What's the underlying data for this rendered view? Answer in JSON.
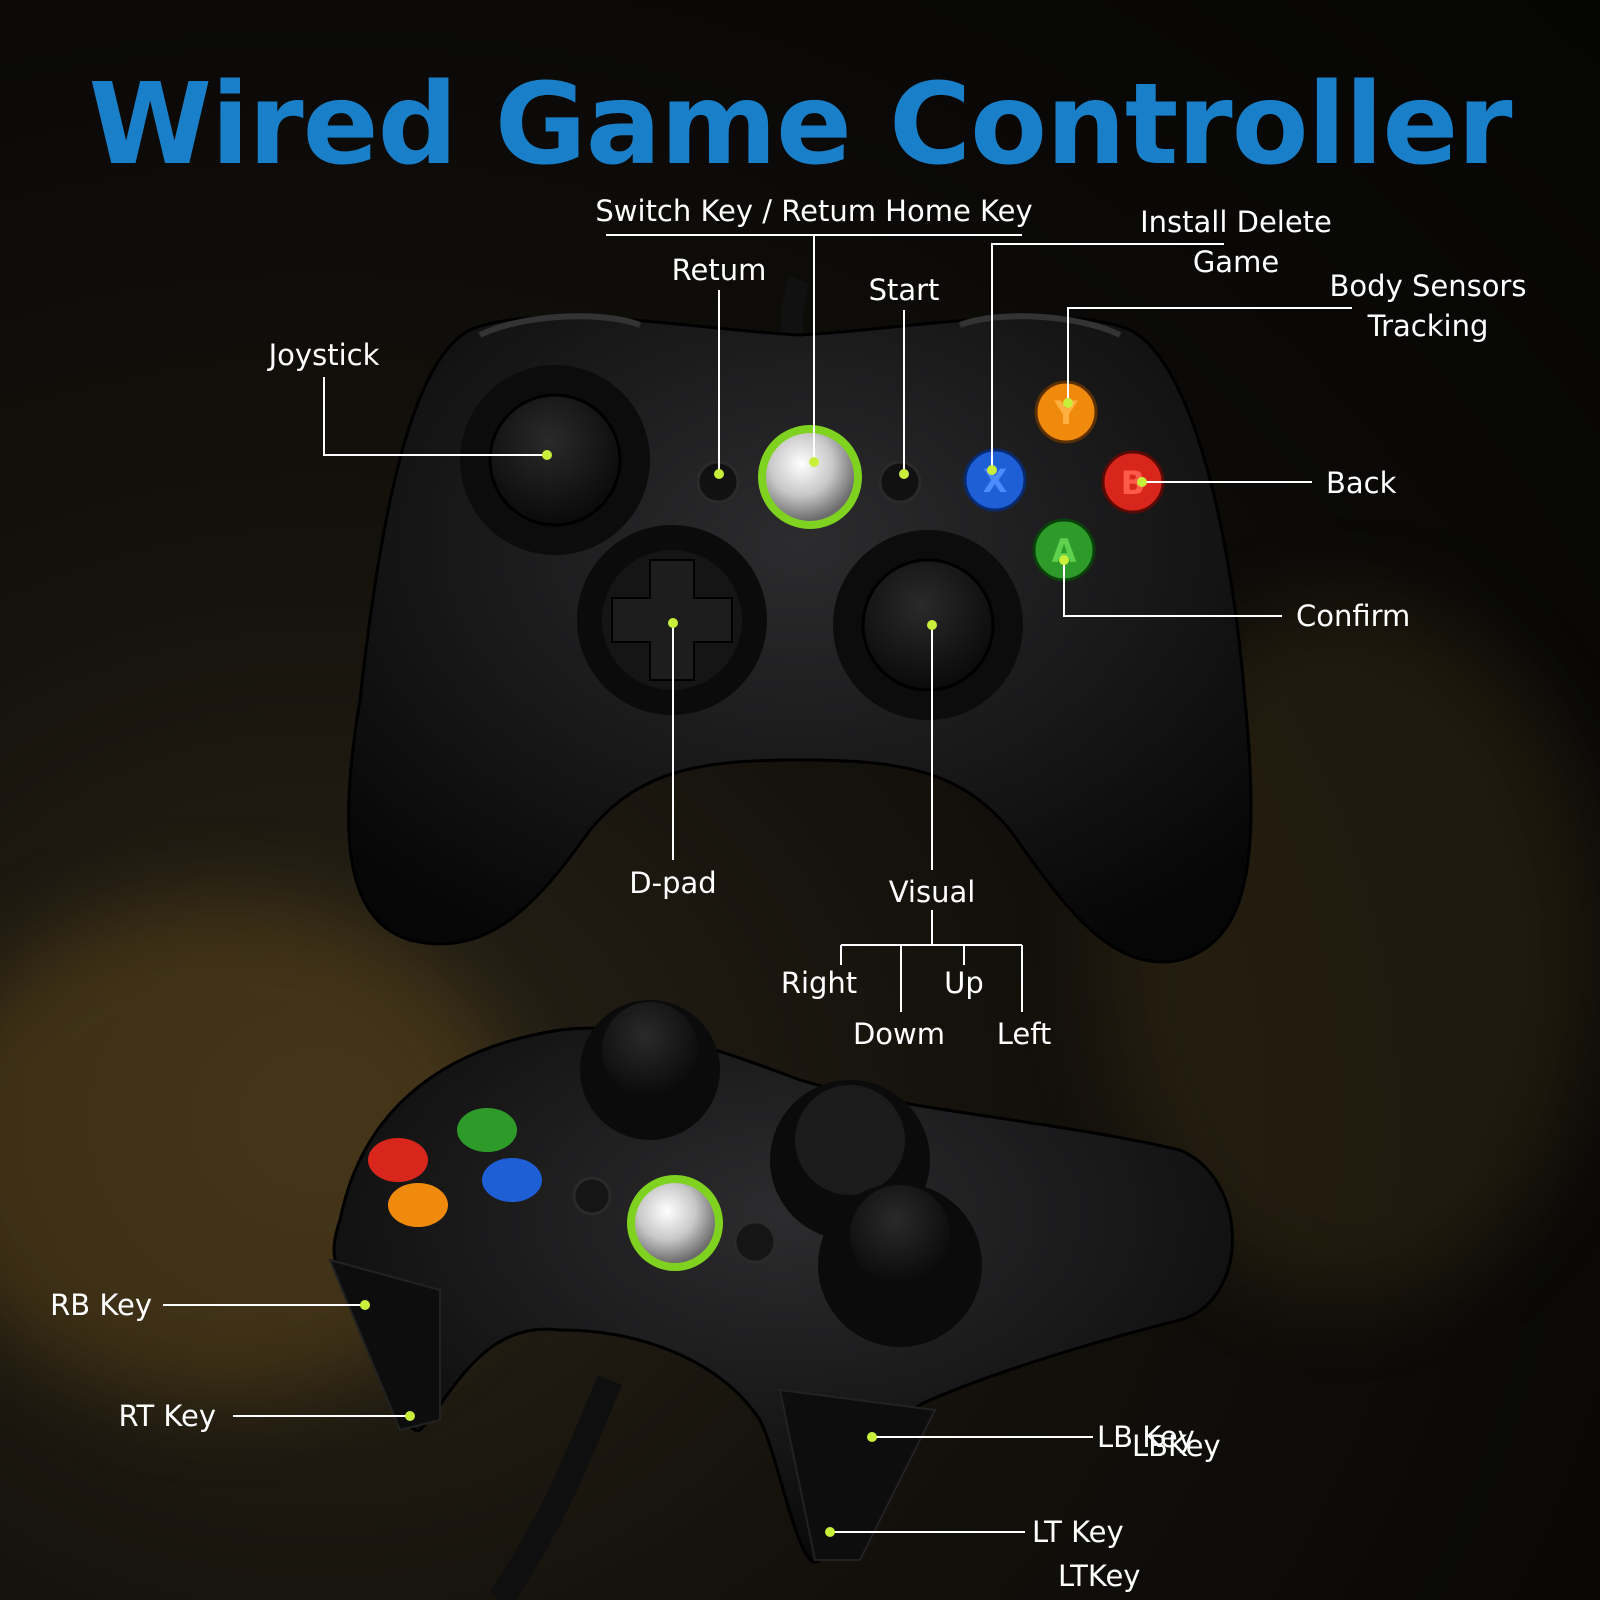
{
  "title": "Wired Game Controller",
  "labels": {
    "switch_key": "Switch Key / Retum Home Key",
    "retum": "Retum",
    "start": "Start",
    "install_delete_1": "Install Delete",
    "install_delete_2": "Game",
    "body_sensors_1": "Body Sensors",
    "body_sensors_2": "Tracking",
    "joystick": "Joystick",
    "back": "Back",
    "confirm": "Confirm",
    "dpad": "D-pad",
    "visual": "Visual",
    "right": "Right",
    "up": "Up",
    "dowm": "Dowm",
    "left": "Left",
    "rb_key": "RB Key",
    "rt_key": "RT Key",
    "lb_key": "LB Key",
    "lb_key_dup": "LBKey",
    "lt_key": "LT Key",
    "lt_key_dup": "LTKey"
  },
  "buttons": {
    "y": "Y",
    "x": "X",
    "b": "B",
    "a": "A"
  },
  "colors": {
    "title": "#1a7fc9",
    "button_y": "#f08a0c",
    "button_x": "#1e5fd6",
    "button_b": "#d9261c",
    "button_a": "#2e9a2a",
    "guide_ring": "#7fd320",
    "leader_dot": "#c8f03a"
  }
}
